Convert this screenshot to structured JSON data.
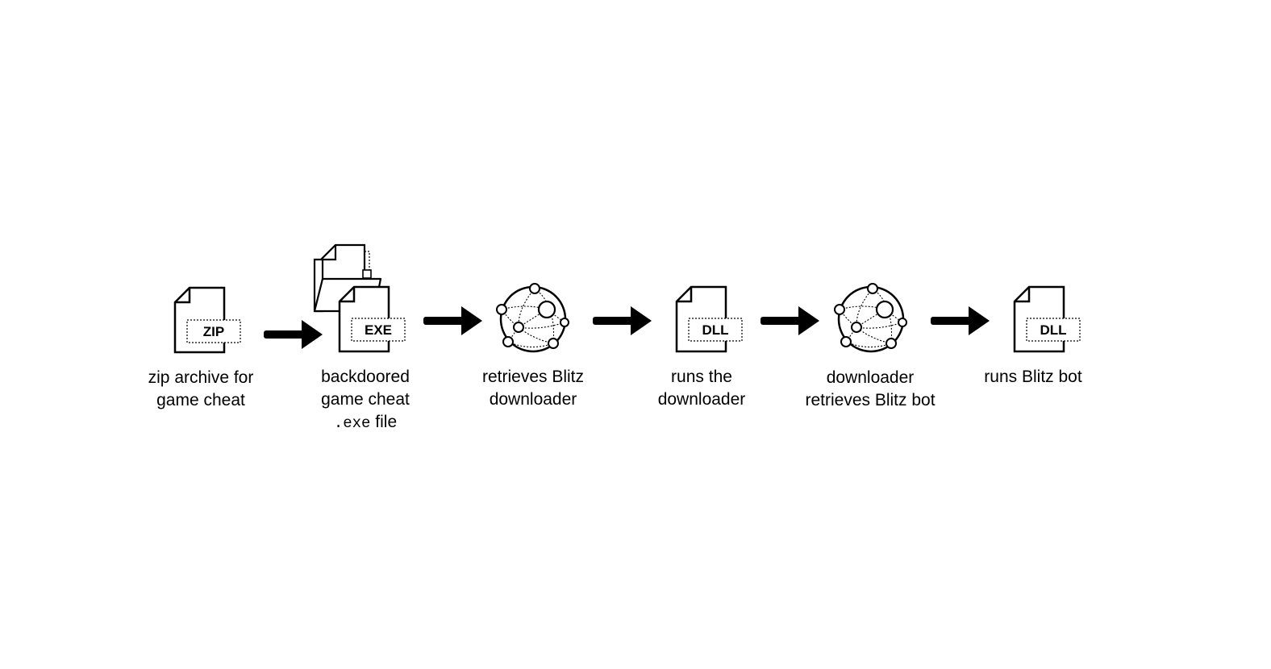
{
  "steps": [
    {
      "icon": "zip-file-icon",
      "badge": "ZIP",
      "caption": [
        "zip archive for",
        "game cheat"
      ]
    },
    {
      "icon": "exe-file-icon",
      "badge": "EXE",
      "caption": [
        "backdoored",
        "game cheat"
      ],
      "caption_mono": ".exe",
      "caption_suffix": " file"
    },
    {
      "icon": "network-globe-icon",
      "caption": [
        "retrieves Blitz",
        "downloader"
      ]
    },
    {
      "icon": "dll-file-icon",
      "badge": "DLL",
      "caption": [
        "runs the",
        "downloader"
      ]
    },
    {
      "icon": "network-globe-icon",
      "caption": [
        "downloader",
        "retrieves Blitz bot"
      ]
    },
    {
      "icon": "dll-file-icon",
      "badge": "DLL",
      "caption": [
        "runs Blitz bot"
      ]
    }
  ],
  "colors": {
    "stroke": "#000000",
    "fill": "#ffffff",
    "arrow": "#000000"
  }
}
